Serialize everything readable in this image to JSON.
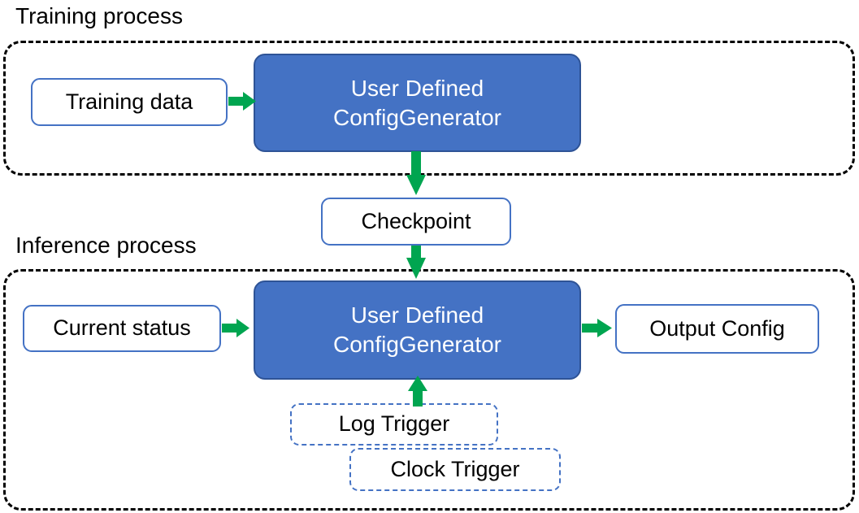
{
  "diagram": {
    "title": "Training process / Inference process pipeline",
    "colors": {
      "process_fill": "#4472C4",
      "process_border": "#2E5396",
      "node_border": "#4472C4",
      "arrow": "#00A550",
      "container_border": "#000000",
      "text_on_fill": "#FFFFFF",
      "text": "#000000",
      "background": "#FFFFFF"
    },
    "sections": [
      {
        "id": "training",
        "caption": "Training process"
      },
      {
        "id": "inference",
        "caption": "Inference process"
      }
    ],
    "nodes": {
      "training_data": {
        "label": "Training data",
        "style": "solid-outline"
      },
      "udcg_training": {
        "label_line1": "User Defined",
        "label_line2": "ConfigGenerator",
        "style": "filled"
      },
      "checkpoint": {
        "label": "Checkpoint",
        "style": "solid-outline"
      },
      "current_status": {
        "label": "Current status",
        "style": "solid-outline"
      },
      "udcg_inference": {
        "label_line1": "User Defined",
        "label_line2": "ConfigGenerator",
        "style": "filled"
      },
      "output_config": {
        "label": "Output Config",
        "style": "solid-outline"
      },
      "log_trigger": {
        "label": "Log Trigger",
        "style": "dashed-outline"
      },
      "clock_trigger": {
        "label": "Clock Trigger",
        "style": "dashed-outline"
      }
    },
    "edges": [
      {
        "name": "training-data-to-udcg",
        "from": "training_data",
        "to": "udcg_training",
        "direction": "right"
      },
      {
        "name": "udcg-to-checkpoint",
        "from": "udcg_training",
        "to": "checkpoint",
        "direction": "down"
      },
      {
        "name": "checkpoint-to-udcg-inference",
        "from": "checkpoint",
        "to": "udcg_inference",
        "direction": "down"
      },
      {
        "name": "current-status-to-udcg-inference",
        "from": "current_status",
        "to": "udcg_inference",
        "direction": "right"
      },
      {
        "name": "udcg-inference-to-output-config",
        "from": "udcg_inference",
        "to": "output_config",
        "direction": "right"
      },
      {
        "name": "triggers-to-udcg-inference",
        "from": "log_trigger",
        "to": "udcg_inference",
        "direction": "up"
      }
    ]
  }
}
